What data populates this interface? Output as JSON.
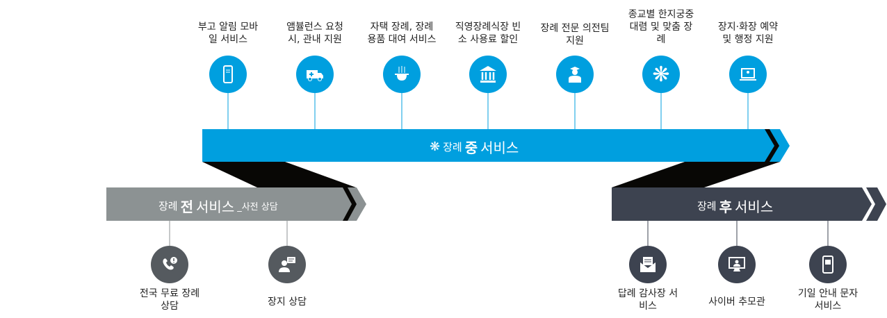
{
  "during": {
    "title_prefix": "장례",
    "title_bold": "중",
    "title_suffix": "서비스",
    "color": "#009fdf",
    "items": [
      {
        "label": "부고 알림 모바일 서비스",
        "icon": "smartphone-icon"
      },
      {
        "label": "앰뷸런스 요청 시, 관내 지원",
        "icon": "ambulance-icon"
      },
      {
        "label": "자택 장례, 장례 용품 대여 서비스",
        "icon": "incense-burner-icon"
      },
      {
        "label": "직영장례식장 빈소 사용료 할인",
        "icon": "building-icon"
      },
      {
        "label": "장례 전문 의전팀 지원",
        "icon": "staff-icon"
      },
      {
        "label": "종교별 한지궁중대렴 및 맞춤 장례",
        "icon": "chrysanthemum-icon"
      },
      {
        "label": "장지·화장 예약 및 행정 지원",
        "icon": "laptop-icon"
      }
    ]
  },
  "before": {
    "title_prefix": "장례",
    "title_bold": "전",
    "title_suffix": "서비스",
    "title_sub": "_사전 상담",
    "color": "#8c9293",
    "items": [
      {
        "label": "전국 무료 장례 상담",
        "icon": "phone-icon"
      },
      {
        "label": "장지 상담",
        "icon": "consult-icon"
      }
    ]
  },
  "after": {
    "title_prefix": "장례",
    "title_bold": "후",
    "title_suffix": "서비스",
    "color": "#3d4350",
    "items": [
      {
        "label": "답례 감사장 서비스",
        "icon": "letter-icon"
      },
      {
        "label": "사이버 추모관",
        "icon": "monitor-icon"
      },
      {
        "label": "기일 안내 문자 서비스",
        "icon": "mobile-message-icon"
      }
    ]
  }
}
